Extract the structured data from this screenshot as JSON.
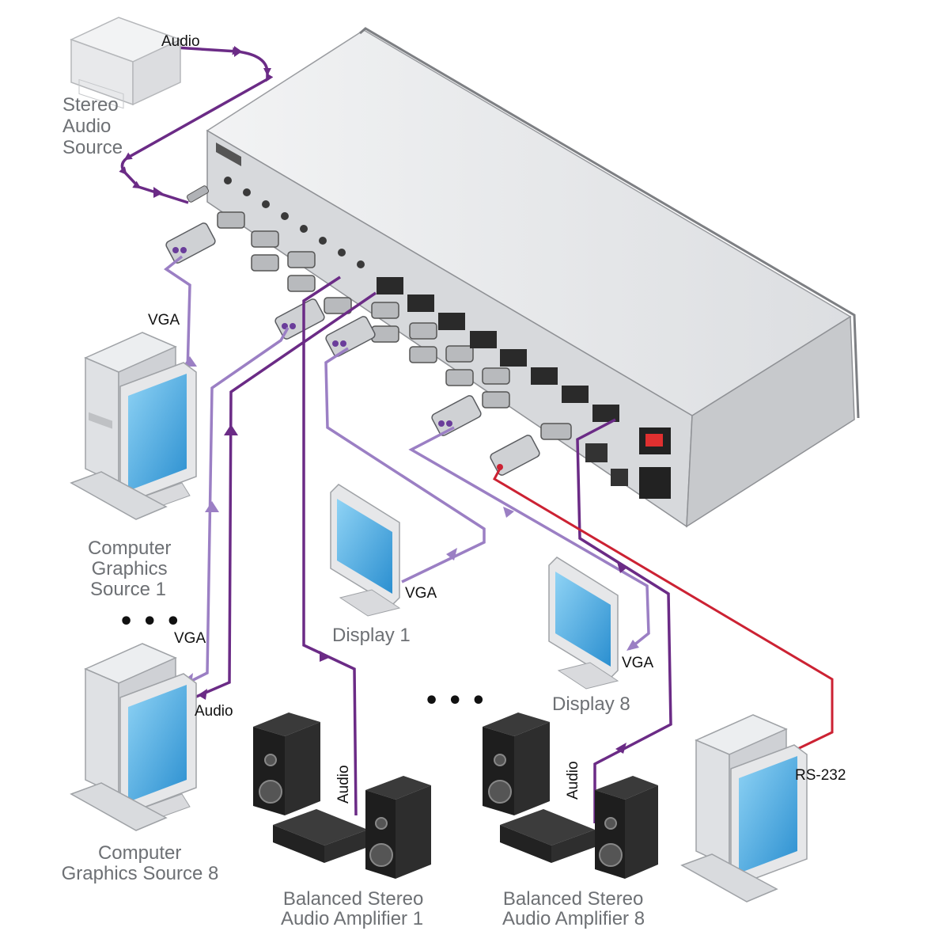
{
  "labels": {
    "stereo_source": [
      "Stereo",
      "Audio",
      "Source"
    ],
    "cg_source_1": [
      "Computer",
      "Graphics",
      "Source 1"
    ],
    "cg_source_8": [
      "Computer",
      "Graphics Source 8"
    ],
    "display_1": "Display 1",
    "display_8": "Display 8",
    "amp_1": [
      "Balanced Stereo",
      "Audio Amplifier 1"
    ],
    "amp_8": [
      "Balanced Stereo",
      "Audio Amplifier 8"
    ],
    "cable_audio": "Audio",
    "cable_vga": "VGA",
    "cable_rs232": "RS-232",
    "ellipsis": "• • •"
  },
  "colors": {
    "audio_cable": "#6b2b86",
    "vga_cable": "#9b7fc4",
    "rs232_cable": "#cc2233",
    "device_body": "#e9eaec",
    "device_dark": "#2a2a2a",
    "screen": "#4fb3e8"
  }
}
